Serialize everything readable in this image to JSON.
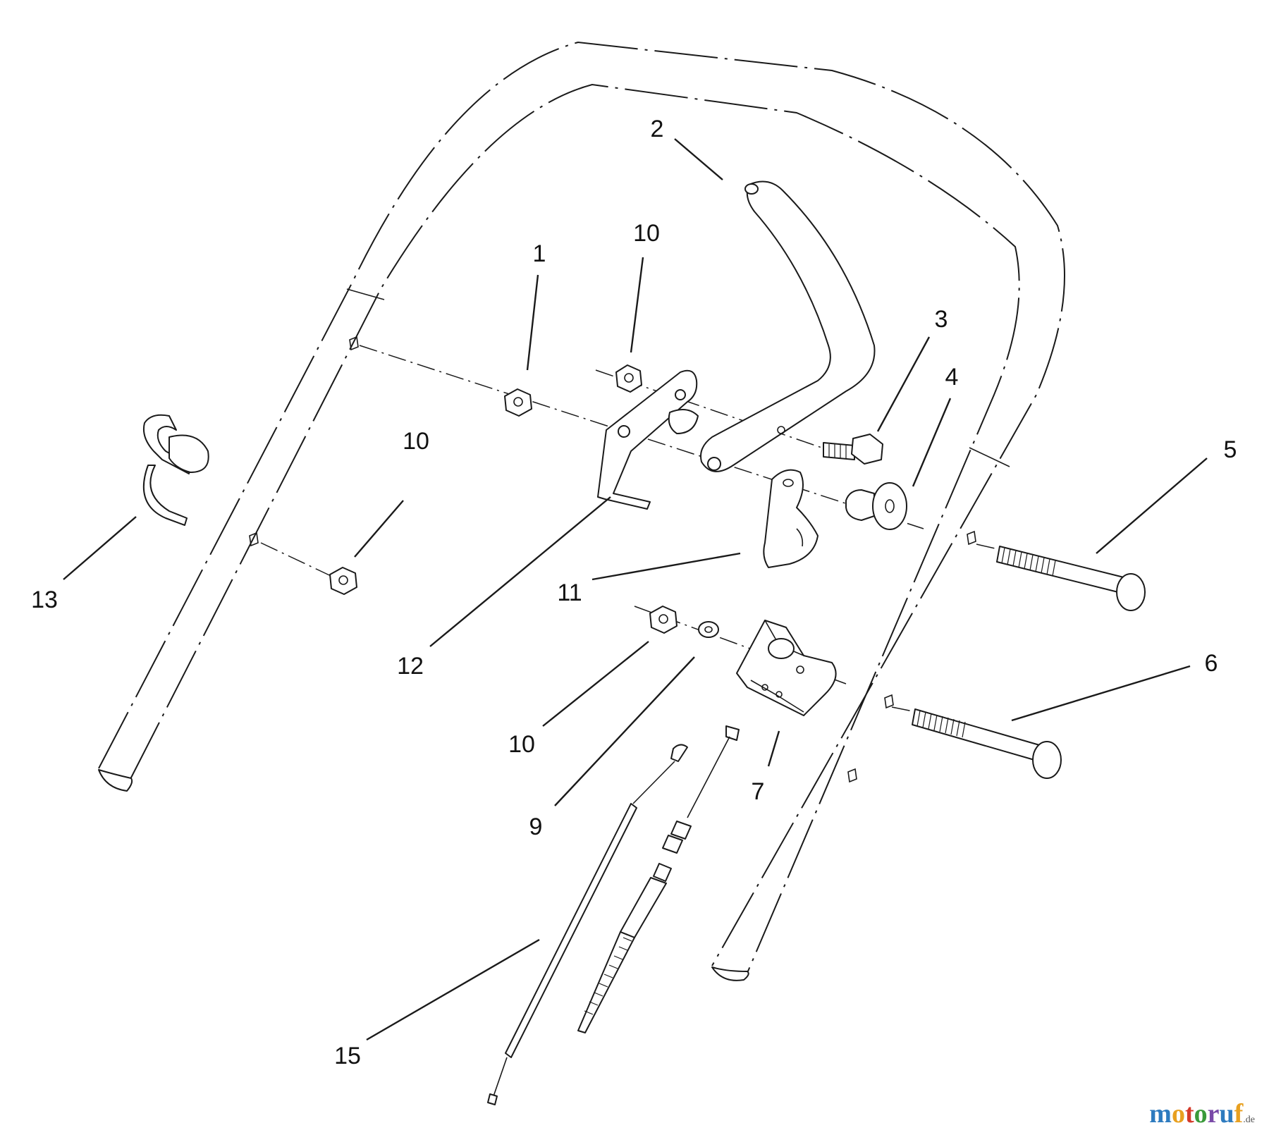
{
  "callouts": [
    {
      "id": "c1",
      "label": "1"
    },
    {
      "id": "c2",
      "label": "2"
    },
    {
      "id": "c3",
      "label": "3"
    },
    {
      "id": "c4",
      "label": "4"
    },
    {
      "id": "c5",
      "label": "5"
    },
    {
      "id": "c6",
      "label": "6"
    },
    {
      "id": "c7",
      "label": "7"
    },
    {
      "id": "c9",
      "label": "9"
    },
    {
      "id": "c10a",
      "label": "10"
    },
    {
      "id": "c10b",
      "label": "10"
    },
    {
      "id": "c10c",
      "label": "10"
    },
    {
      "id": "c11",
      "label": "11"
    },
    {
      "id": "c12",
      "label": "12"
    },
    {
      "id": "c13",
      "label": "13"
    },
    {
      "id": "c15",
      "label": "15"
    }
  ],
  "watermark": {
    "letters": [
      "m",
      "o",
      "t",
      "o",
      "r",
      "u",
      "f"
    ],
    "letter_colors": [
      "#2e7bbf",
      "#e8a020",
      "#d43a2a",
      "#3a9a3a",
      "#7a4aa8",
      "#2e7bbf",
      "#e8a020"
    ],
    "tld": ".de"
  }
}
